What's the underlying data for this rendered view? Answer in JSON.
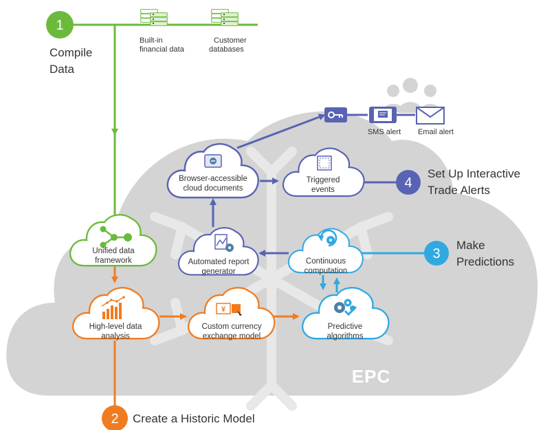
{
  "steps": [
    {
      "number": "1",
      "label_lines": [
        "Compile",
        "Data"
      ],
      "color": "#6cba3c"
    },
    {
      "number": "2",
      "label": "Create a Historic Model",
      "color": "#f07c22"
    },
    {
      "number": "3",
      "label_lines": [
        "Make",
        "Predictions"
      ],
      "color": "#2fa9e0"
    },
    {
      "number": "4",
      "label_lines": [
        "Set Up Interactive",
        "Trade Alerts"
      ],
      "color": "#5863b3"
    }
  ],
  "sources": [
    {
      "label_lines": [
        "Built-in",
        "financial data"
      ],
      "icon": "server-icon"
    },
    {
      "label_lines": [
        "Customer",
        "databases"
      ],
      "icon": "server-icon"
    }
  ],
  "nodes": {
    "unified": {
      "label_lines": [
        "Unified data",
        "framework"
      ],
      "icon": "network-nodes-icon"
    },
    "highlevel": {
      "label_lines": [
        "High-level data",
        "analysis"
      ],
      "icon": "bar-chart-icon"
    },
    "currency": {
      "label_lines": [
        "Custom currency",
        "exchange model"
      ],
      "icon": "currency-exchange-icon",
      "icon_glyph": "¥"
    },
    "predictive": {
      "label_lines": [
        "Predictive",
        "algorithms"
      ],
      "icon": "gears-icon"
    },
    "continuous": {
      "label_lines": [
        "Continuous",
        "computation"
      ],
      "icon": "refresh-gear-icon"
    },
    "report": {
      "label_lines": [
        "Automated report",
        "generator"
      ],
      "icon": "report-chart-icon"
    },
    "browser": {
      "label_lines": [
        "Browser-accessible",
        "cloud documents"
      ],
      "icon": "cloud-document-icon"
    },
    "triggered": {
      "label_lines": [
        "Triggered",
        "events"
      ],
      "icon": "document-icon"
    }
  },
  "alerts": {
    "sms": "SMS alert",
    "email": "Email alert"
  },
  "cloud_label": "EPC",
  "colors": {
    "green": "#6cba3c",
    "orange": "#f07c22",
    "blue": "#2fa9e0",
    "indigo": "#5863b3",
    "cloud": "#d4d4d4",
    "snow": "#e6e6e6"
  }
}
